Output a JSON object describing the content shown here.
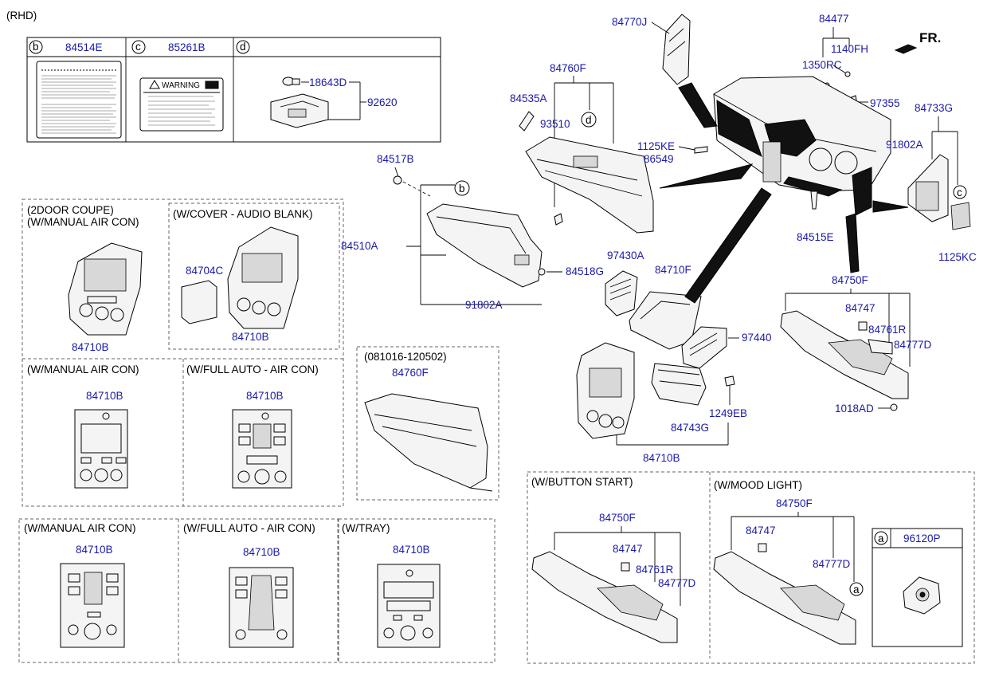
{
  "header": {
    "variant": "(RHD)",
    "direction": "FR."
  },
  "label_box": {
    "cells": [
      {
        "letter": "b",
        "part": "84514E"
      },
      {
        "letter": "c",
        "part": "85261B"
      },
      {
        "letter": "d",
        "part": ""
      }
    ],
    "callouts": [
      "18643D",
      "92620"
    ],
    "warning_title": "WARNING"
  },
  "main_parts": [
    "84770J",
    "84477",
    "1140FH",
    "1350RC",
    "84760F",
    "84535A",
    "93510",
    "97355",
    "84733G",
    "91802A",
    "1125KE",
    "86549",
    "84517B",
    "84510A",
    "84518G",
    "84515E",
    "1125KC",
    "91802A",
    "97430A",
    "84710F",
    "84750F",
    "84747",
    "84761R",
    "84777D",
    "97440",
    "1018AD",
    "84743G",
    "1249EB",
    "84710B"
  ],
  "markers": [
    "d",
    "b",
    "c"
  ],
  "variants_left": [
    {
      "title": "(2DOOR COUPE)",
      "subtitle": "(W/MANUAL AIR CON)",
      "part": "84710B"
    },
    {
      "title": "(W/COVER - AUDIO BLANK)",
      "parts": [
        "84704C",
        "84710B"
      ]
    },
    {
      "title": "(W/MANUAL AIR CON)",
      "part": "84710B"
    },
    {
      "title": "(W/FULL AUTO - AIR CON)",
      "part": "84710B"
    },
    {
      "title": "(W/MANUAL AIR CON)",
      "part": "84710B"
    },
    {
      "title": "(W/FULL AUTO - AIR CON)",
      "part": "84710B"
    },
    {
      "title": "(W/TRAY)",
      "part": "84710B"
    }
  ],
  "glovebox_variant": {
    "title": "(081016-120502)",
    "part": "84760F"
  },
  "button_start": {
    "title": "(W/BUTTON START)",
    "parts": [
      "84750F",
      "84747",
      "84761R",
      "84777D"
    ]
  },
  "mood_light": {
    "title": "(W/MOOD LIGHT)",
    "parts": [
      "84750F",
      "84747",
      "84777D"
    ],
    "marker": "a"
  },
  "mood_box": {
    "letter": "a",
    "part": "96120P"
  }
}
